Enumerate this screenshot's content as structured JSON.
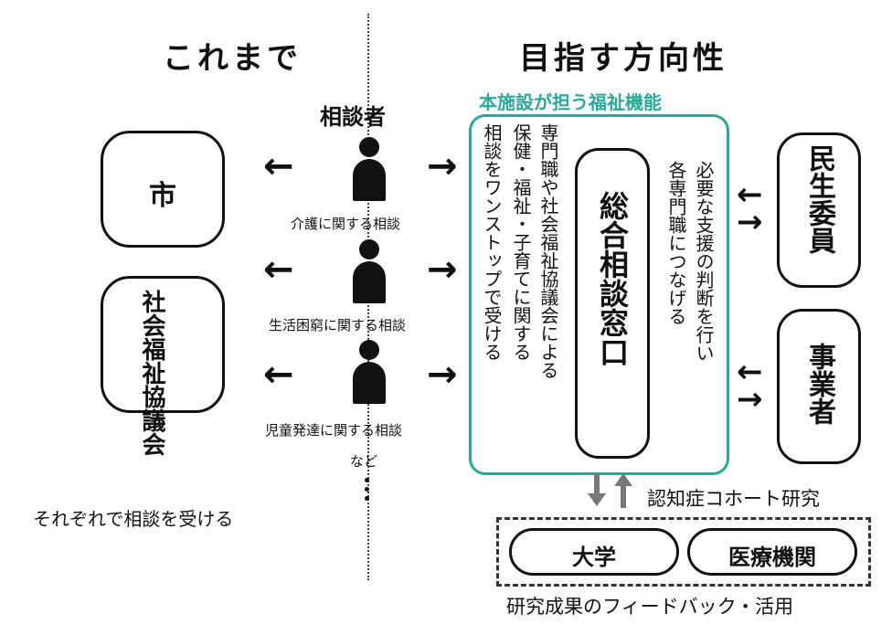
{
  "left": {
    "heading": "これまで",
    "consultant_label": "相談者",
    "boxes": {
      "city": "市",
      "social_welfare": "社会福祉協議会"
    },
    "captions": [
      "介護に関する相談",
      "生活困窮に関する相談",
      "児童発達に関する相談"
    ],
    "etc": "など",
    "summary": "それぞれで相談を受ける"
  },
  "right": {
    "heading": "目指す方向性",
    "facility_label": "本施設が担う福祉機能",
    "facility_text_1": "専門職や社会福祉協議会による",
    "facility_text_2": "保健・福祉・子育てに関する",
    "facility_text_3": "相談をワンストップで受ける",
    "center_box": "総合相談窓口",
    "judgment_1": "必要な支援の判断を行い",
    "judgment_2": "各専門職につなげる",
    "partners": {
      "minsei": "民生委員",
      "jigyosha": "事業者"
    },
    "research": "認知症コホート研究",
    "institutions": {
      "university": "大学",
      "medical": "医療機関"
    },
    "feedback": "研究成果のフィードバック・活用"
  },
  "colors": {
    "accent": "#2aa89a",
    "gray_arrow": "#777777"
  }
}
